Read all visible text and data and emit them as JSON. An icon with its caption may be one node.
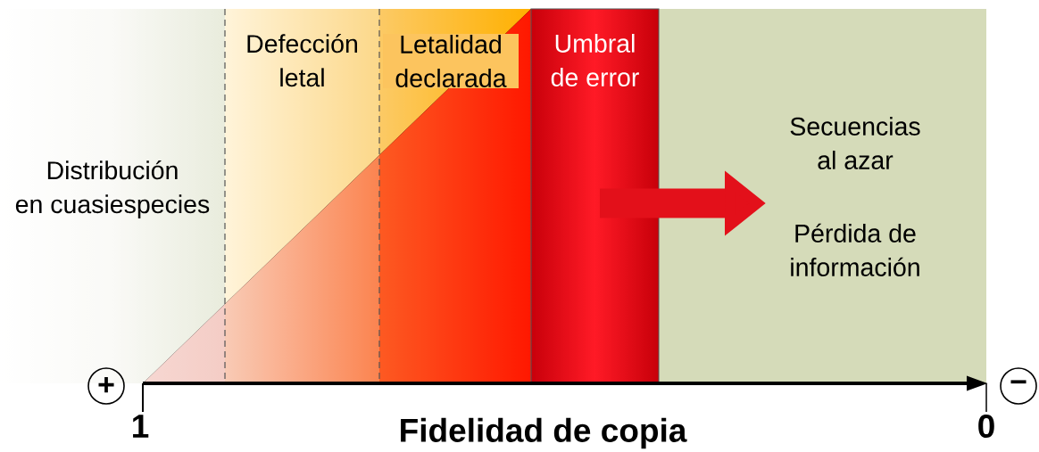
{
  "diagram": {
    "nodes": [
      {
        "text": [
          "Distribución en cuasiespecies"
        ]
      },
      {
        "text": [
          "Defección letal"
        ]
      },
      {
        "text": [
          "Letalidad declarada"
        ]
      },
      {
        "text": [
          "Umbral de error"
        ]
      },
      {
        "text": [
          "Secuencias al azar",
          "Pérdida de información"
        ]
      },
      {
        "text": [
          "+"
        ]
      },
      {
        "text": [
          "−"
        ]
      }
    ],
    "edges": [
      {
        "from": 3,
        "to": 4,
        "arrow": "to"
      }
    ],
    "labels": [
      "1",
      "Fidelidad de copia",
      "0"
    ]
  }
}
